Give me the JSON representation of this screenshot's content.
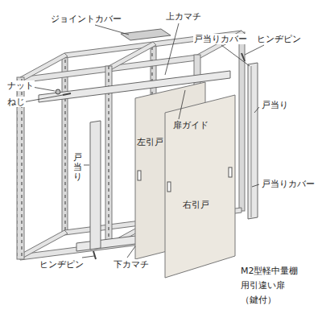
{
  "diagram": {
    "labels": [
      "ジョイントカバー",
      "上カマチ",
      "戸当りカバー",
      "ヒンヂピン",
      "ナット",
      "ねじ",
      "扉ガイド",
      "左引戸",
      "戸当り",
      "戸当り",
      "戸当りカバー",
      "右引戸",
      "ヒンヂピン",
      "下カマチ",
      "M2型軽中量棚 用引違い扉 （鍵付）"
    ]
  }
}
